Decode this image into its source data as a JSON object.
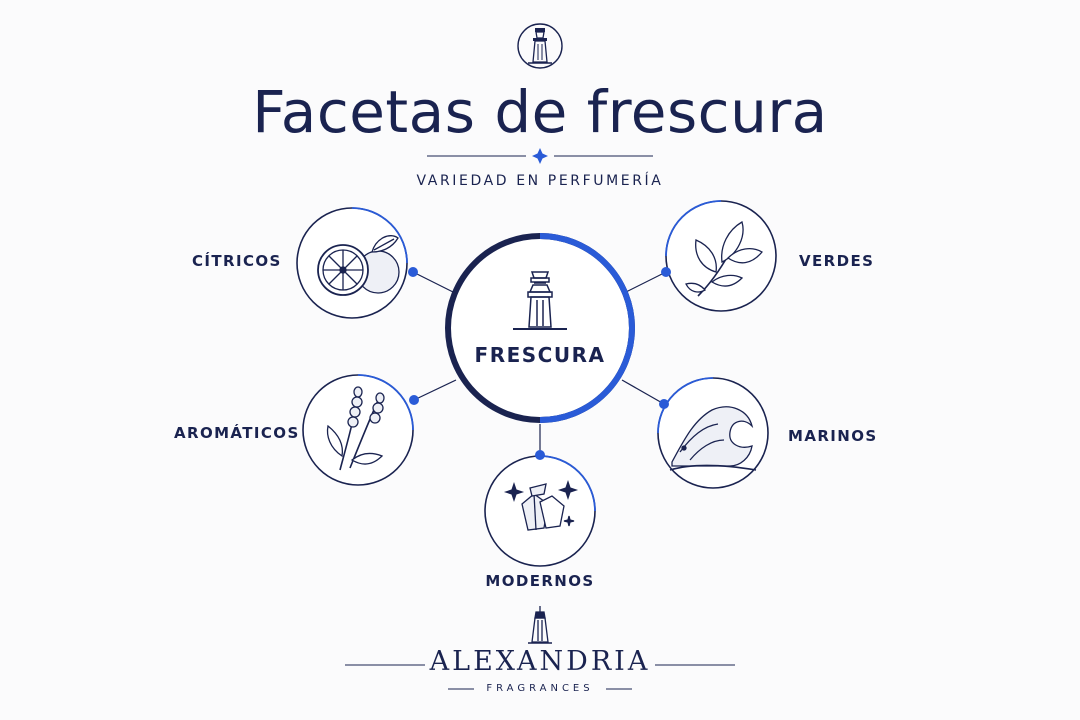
{
  "header": {
    "title": "Facetas de frescura",
    "subtitle": "VARIEDAD EN PERFUMERÍA"
  },
  "center": {
    "label": "FRESCURA"
  },
  "facets": [
    {
      "label": "CÍTRICOS",
      "icon": "citrus-icon"
    },
    {
      "label": "VERDES",
      "icon": "leaves-icon"
    },
    {
      "label": "AROMÁTICOS",
      "icon": "lavender-icon"
    },
    {
      "label": "MARINOS",
      "icon": "wave-icon"
    },
    {
      "label": "MODERNOS",
      "icon": "crystal-icon"
    }
  ],
  "brand": {
    "name": "ALEXANDRIA",
    "tagline": "FRAGRANCES"
  },
  "colors": {
    "navy": "#1a2350",
    "accent": "#2a5bd7"
  }
}
